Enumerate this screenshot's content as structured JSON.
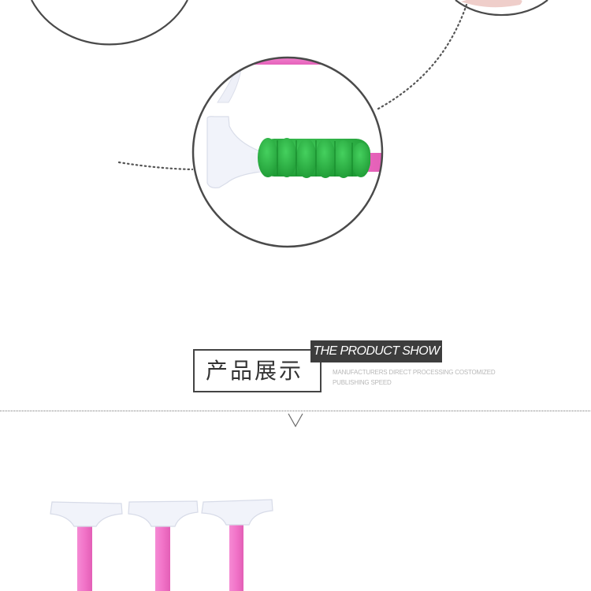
{
  "section": {
    "cn_title": "产品展示",
    "en_title": "THE PRODUCT SHOW",
    "sub_line_1": "MANUFACTURERS DIRECT PROCESSING COSTOMIZED",
    "sub_line_2": "PUBLISHING SPEED"
  },
  "colors": {
    "handle_pink": "#f173c8",
    "foam_green": "#2fbf48",
    "blade_white": "#f1f3fa",
    "outline_dark": "#4a4a4a",
    "tag_bg": "#3d3d3d",
    "subtext": "#b8b8b8"
  },
  "icons": {
    "separator_marker": "chevron-down-icon"
  }
}
